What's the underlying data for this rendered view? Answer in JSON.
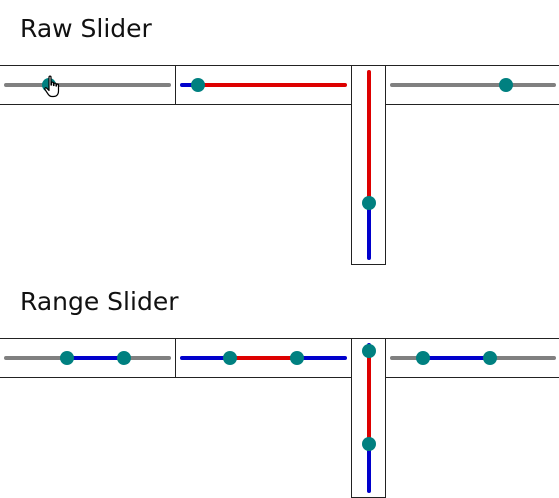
{
  "colors": {
    "thumb": "#008080",
    "inactive_track": "#808080",
    "primary_track": "#0000cc",
    "secondary_track": "#dd0000"
  },
  "sections": [
    {
      "title": "Raw Slider",
      "sliders": [
        {
          "kind": "raw",
          "orientation": "horizontal",
          "value": 0.27,
          "variant": "gray"
        },
        {
          "kind": "raw",
          "orientation": "horizontal",
          "value": 0.11,
          "variant": "blue-red"
        },
        {
          "kind": "raw",
          "orientation": "vertical",
          "value": 0.7,
          "variant": "blue-red"
        },
        {
          "kind": "raw",
          "orientation": "horizontal",
          "value": 0.7,
          "variant": "gray"
        }
      ]
    },
    {
      "title": "Range Slider",
      "sliders": [
        {
          "kind": "range",
          "orientation": "horizontal",
          "low": 0.38,
          "high": 0.72,
          "variant": "gray"
        },
        {
          "kind": "range",
          "orientation": "horizontal",
          "low": 0.3,
          "high": 0.7,
          "variant": "blue-red"
        },
        {
          "kind": "range",
          "orientation": "vertical",
          "low": 0.05,
          "high": 0.67,
          "variant": "blue-red"
        },
        {
          "kind": "range",
          "orientation": "horizontal",
          "low": 0.2,
          "high": 0.6,
          "variant": "gray"
        }
      ]
    }
  ]
}
